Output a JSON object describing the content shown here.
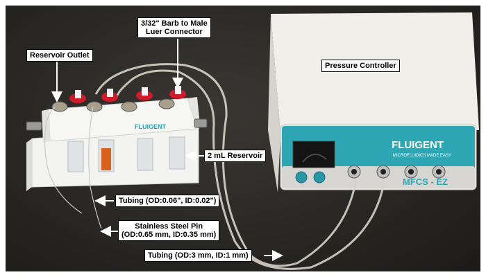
{
  "labels": {
    "reservoir_outlet": "Reservoir Outlet",
    "barb_connector_line1": "3/32\" Barb to Male",
    "barb_connector_line2": "Luer Connector",
    "pressure_controller": "Pressure Controller",
    "reservoir_2ml": "2 mL Reservoir",
    "tubing_small": "Tubing (OD:0.06\", ID:0.02\")",
    "steel_pin_line1": "Stainless Steel Pin",
    "steel_pin_line2": "(OD:0.65 mm, ID:0.35 mm)",
    "tubing_large": "Tubing (OD:3 mm, ID:1 mm)"
  },
  "device": {
    "brand": "FLUIGENT",
    "tagline": "MICROFLUIDICS MADE EASY",
    "model": "MFCS - EZ",
    "holder_brand": "FLUIGENT"
  },
  "colors": {
    "device_body": "#eceae4",
    "device_panel": "#2fa6b3",
    "holder_white": "#f3f3f1",
    "cap_red": "#cf1b2a",
    "liquid_orange": "#d9621b",
    "tabletop": "#2a2825"
  }
}
